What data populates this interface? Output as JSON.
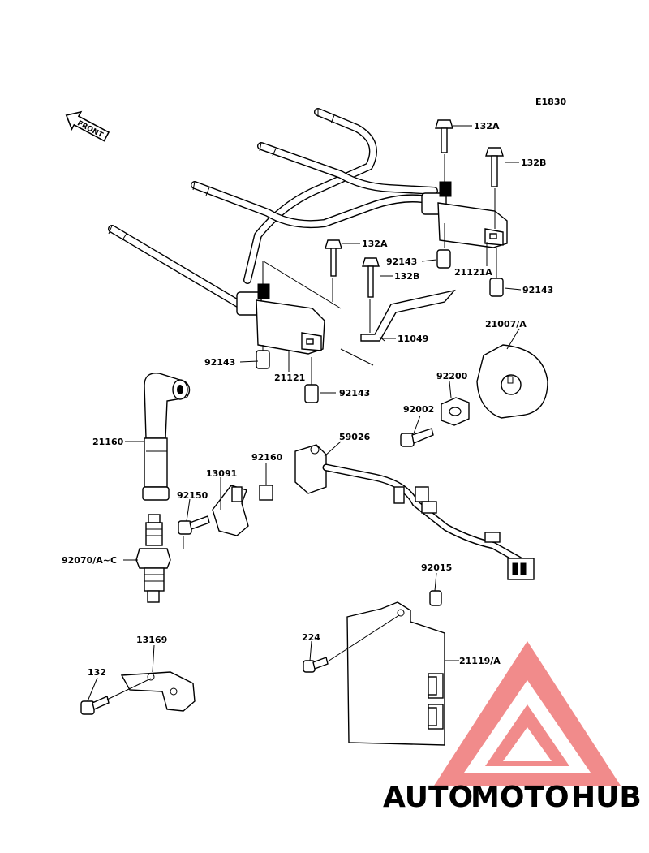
{
  "diagram": {
    "code": "E1830",
    "front_label": "FRONT",
    "labels": {
      "l132A_top": "132A",
      "l132B_top": "132B",
      "l132A_mid": "132A",
      "l132B_mid": "132B",
      "l92143_a": "92143",
      "l21121A": "21121A",
      "l92143_b": "92143",
      "l11049": "11049",
      "l21007A": "21007/A",
      "l92143_c": "92143",
      "l21121": "21121",
      "l92143_d": "92143",
      "l92200": "92200",
      "l92002": "92002",
      "l21160": "21160",
      "l59026": "59026",
      "l92160": "92160",
      "l13091": "13091",
      "l92150": "92150",
      "l92070": "92070/A~C",
      "l92015": "92015",
      "l224": "224",
      "l21119A": "21119/A",
      "l13169": "13169",
      "l132": "132"
    }
  },
  "watermark": {
    "part1": "AUTO",
    "part2": "MOTO",
    "part3": "HUB",
    "color1": "#f5b27a",
    "color2": "#f07f7f",
    "color3": "#8a8a8a"
  }
}
